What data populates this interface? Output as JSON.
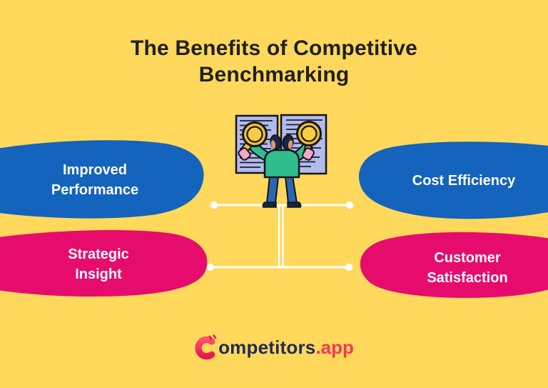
{
  "infographic": {
    "title": "The Benefits of Competitive Benchmarking"
  },
  "benefits": [
    {
      "id": "improved-performance",
      "label": "Improved Performance",
      "color": "#1463BC",
      "position": "top-left"
    },
    {
      "id": "strategic-insight",
      "label": "Strategic Insight",
      "color": "#E50C6E",
      "position": "bottom-left"
    },
    {
      "id": "cost-efficiency",
      "label": "Cost Efficiency",
      "color": "#1463BC",
      "position": "top-right"
    },
    {
      "id": "customer-satisfaction",
      "label": "Customer Satisfaction",
      "color": "#E50C6E",
      "position": "bottom-right"
    }
  ],
  "illustration": {
    "name": "person-comparing-two-documents-with-magnifying-glasses"
  },
  "logo": {
    "icon": "competitors-c-mark",
    "brand_text": "ompetitors",
    "suffix_text": ".app",
    "brand_color": "#232A54",
    "accent_color": "#F23A57"
  },
  "colors": {
    "background": "#FFD85C",
    "title_text": "#202020",
    "label_text": "#FFFFFF",
    "connector": "#FFFFFF",
    "blue_blob": "#1463BC",
    "pink_blob": "#E50C6E"
  }
}
